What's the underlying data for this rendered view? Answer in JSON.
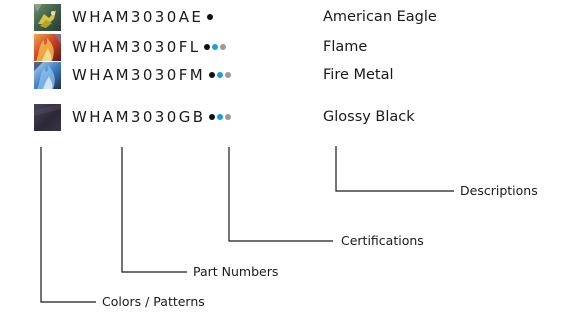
{
  "rows": [
    {
      "part_number": "WHAM3030AE",
      "description": "American Eagle",
      "swatch": "american-eagle-swatch",
      "certification_dots": [
        "#111111"
      ]
    },
    {
      "part_number": "WHAM3030FL",
      "description": "Flame",
      "swatch": "flame-swatch",
      "certification_dots": [
        "#111111",
        "#1aa0e0",
        "#9a9a9a"
      ]
    },
    {
      "part_number": "WHAM3030FM",
      "description": "Fire Metal",
      "swatch": "fire-metal-swatch",
      "certification_dots": [
        "#111111",
        "#1aa0e0",
        "#9a9a9a"
      ]
    },
    {
      "part_number": "WHAM3030GB",
      "description": "Glossy Black",
      "swatch": "glossy-black-swatch",
      "certification_dots": [
        "#111111",
        "#1aa0e0",
        "#9a9a9a"
      ]
    }
  ],
  "callouts": {
    "descriptions": "Descriptions",
    "certifications": "Certifications",
    "part_numbers": "Part Numbers",
    "colors_patterns": "Colors / Patterns"
  },
  "colors": {
    "text": "#1a1a1a",
    "line": "#1a1a1a",
    "dot_black": "#111111",
    "dot_blue": "#1aa0e0",
    "dot_gray": "#9a9a9a"
  }
}
